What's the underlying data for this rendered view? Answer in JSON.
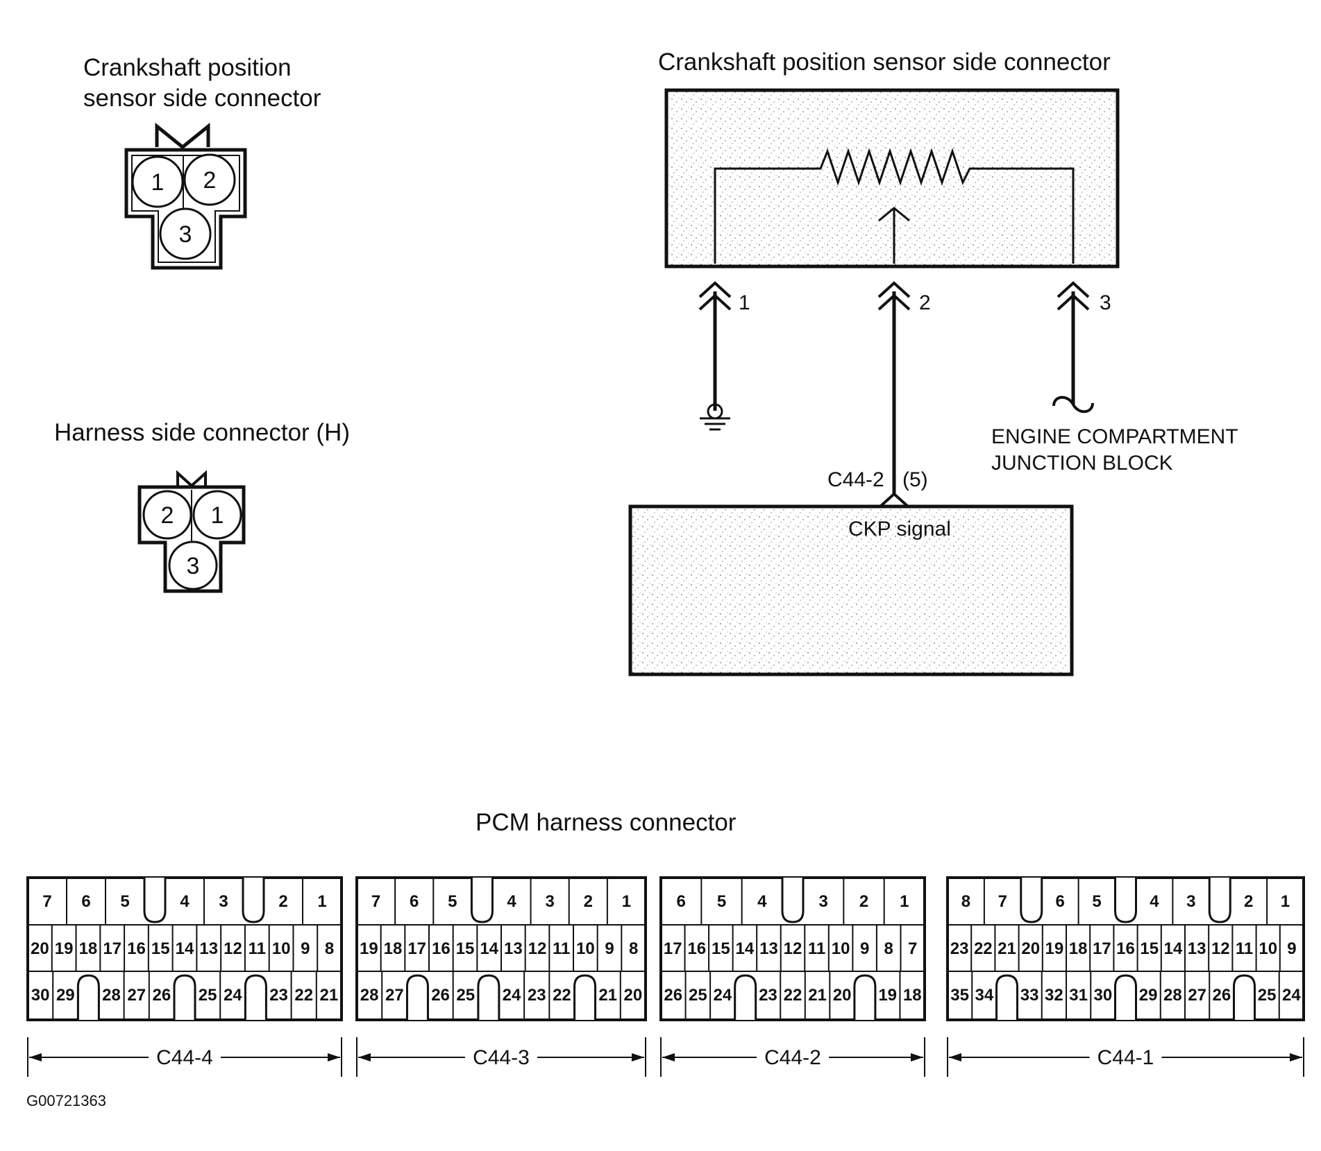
{
  "sensor_connector": {
    "title_line1": "Crankshaft position",
    "title_line2": "sensor side connector",
    "pins": [
      "1",
      "2",
      "3"
    ]
  },
  "harness_connector": {
    "title": "Harness side connector (H)",
    "pins": [
      "2",
      "1",
      "3"
    ]
  },
  "schematic": {
    "title": "Crankshaft position sensor side connector",
    "pin_labels": [
      "1",
      "2",
      "3"
    ],
    "junction_block_line1": "ENGINE COMPARTMENT",
    "junction_block_line2": "JUNCTION BLOCK",
    "pcm_pin": "C44-2",
    "pcm_pin_number": "(5)",
    "pcm_signal": "CKP signal"
  },
  "pcm_connector": {
    "title": "PCM harness connector",
    "blocks": [
      {
        "name": "C44-4",
        "row1": [
          [
            "7",
            "6",
            "5"
          ],
          [
            "4",
            "3"
          ],
          [
            "2",
            "1"
          ]
        ],
        "row2": [
          "20",
          "19",
          "18",
          "17",
          "16",
          "15",
          "14",
          "13",
          "12",
          "11",
          "10",
          "9",
          "8"
        ],
        "row3": [
          [
            "30",
            "29"
          ],
          [
            "28",
            "27",
            "26"
          ],
          [
            "25",
            "24"
          ],
          [
            "23",
            "22",
            "21"
          ]
        ]
      },
      {
        "name": "C44-3",
        "row1": [
          [
            "7",
            "6",
            "5"
          ],
          [
            "4",
            "3",
            "2",
            "1"
          ]
        ],
        "row2": [
          "19",
          "18",
          "17",
          "16",
          "15",
          "14",
          "13",
          "12",
          "11",
          "10",
          "9",
          "8"
        ],
        "row3": [
          [
            "28",
            "27"
          ],
          [
            "26",
            "25"
          ],
          [
            "24",
            "23",
            "22"
          ],
          [
            "21",
            "20"
          ]
        ]
      },
      {
        "name": "C44-2",
        "row1": [
          [
            "6",
            "5",
            "4"
          ],
          [
            "3",
            "2",
            "1"
          ]
        ],
        "row2": [
          "17",
          "16",
          "15",
          "14",
          "13",
          "12",
          "11",
          "10",
          "9",
          "8",
          "7"
        ],
        "row3": [
          [
            "26",
            "25",
            "24"
          ],
          [
            "23",
            "22",
            "21",
            "20"
          ],
          [
            "19",
            "18"
          ]
        ]
      },
      {
        "name": "C44-1",
        "row1": [
          [
            "8",
            "7"
          ],
          [
            "6",
            "5"
          ],
          [
            "4",
            "3"
          ],
          [
            "2",
            "1"
          ]
        ],
        "row2": [
          "23",
          "22",
          "21",
          "20",
          "19",
          "18",
          "17",
          "16",
          "15",
          "14",
          "13",
          "12",
          "11",
          "10",
          "9"
        ],
        "row3": [
          [
            "35",
            "34"
          ],
          [
            "33",
            "32",
            "31",
            "30"
          ],
          [
            "29",
            "28",
            "27",
            "26"
          ],
          [
            "25",
            "24"
          ]
        ]
      }
    ]
  },
  "figure_id": "G00721363"
}
